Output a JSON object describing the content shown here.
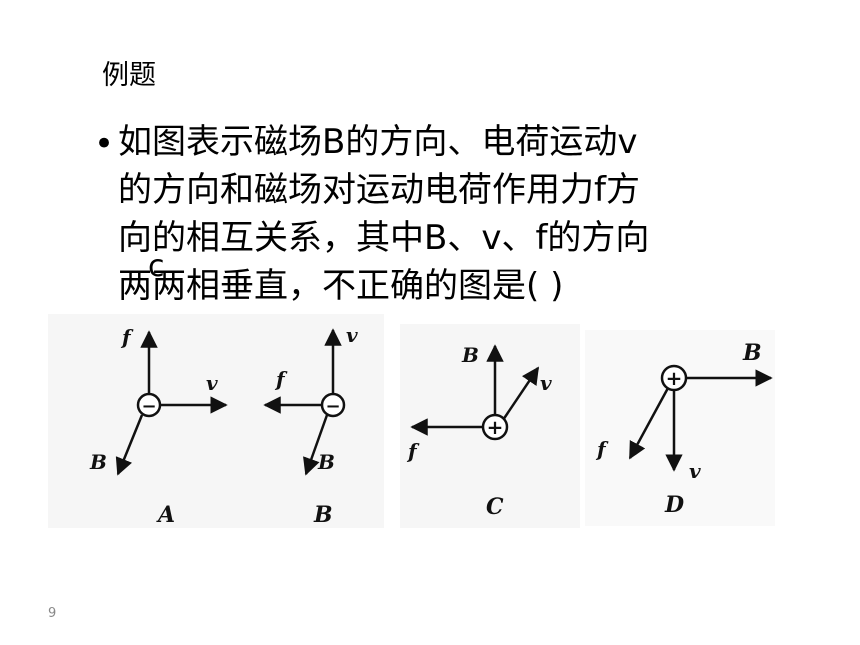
{
  "slide": {
    "heading": "例题",
    "question_lines": [
      "如图表示磁场B的方向、电荷运动v",
      "的方向和磁场对运动电荷作用力f方",
      "向的相互关系，其中B、v、f的方向",
      "两两相垂直，不正确的图是(      )"
    ],
    "answer": "c",
    "page_number": "9"
  },
  "figures": [
    {
      "caption": "A",
      "charge": "−",
      "labels": {
        "f": "f",
        "v": "v",
        "B": "B"
      }
    },
    {
      "caption": "B",
      "charge": "−",
      "labels": {
        "f": "f",
        "v": "v",
        "B": "B"
      }
    },
    {
      "caption": "C",
      "charge": "+",
      "labels": {
        "f": "f",
        "v": "v",
        "B": "B"
      }
    },
    {
      "caption": "D",
      "charge": "+",
      "labels": {
        "f": "f",
        "v": "v",
        "B": "B"
      }
    }
  ]
}
